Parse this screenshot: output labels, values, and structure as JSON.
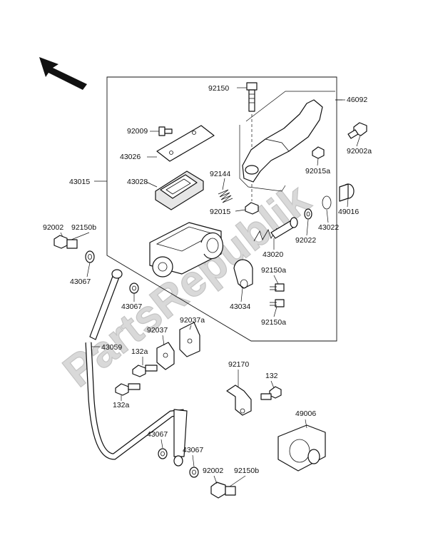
{
  "watermark": "PartsRepublik",
  "direction_arrow_icon": "arrow-up-left-icon",
  "labels": {
    "p92150_top": "92150",
    "p46092": "46092",
    "p92009": "92009",
    "p92002a": "92002a",
    "p43026": "43026",
    "p43028": "43028",
    "p92144": "92144",
    "p92015a": "92015a",
    "p43015": "43015",
    "p92015": "92015",
    "p49016": "49016",
    "p43022": "43022",
    "p92002_left": "92002",
    "p92150b_left": "92150b",
    "p92022": "92022",
    "p43020": "43020",
    "p43067_left": "43067",
    "p92150a_a": "92150a",
    "p43067_mid": "43067",
    "p43034": "43034",
    "p92150a_b": "92150a",
    "p92037": "92037",
    "p92037a": "92037a",
    "p43059": "43059",
    "p132a_top": "132a",
    "p92170": "92170",
    "p132": "132",
    "p132a_bottom": "132a",
    "p49006": "49006",
    "p43067_low1": "43067",
    "p43067_low2": "43067",
    "p92002_bottom": "92002",
    "p92150b_bottom": "92150b"
  }
}
